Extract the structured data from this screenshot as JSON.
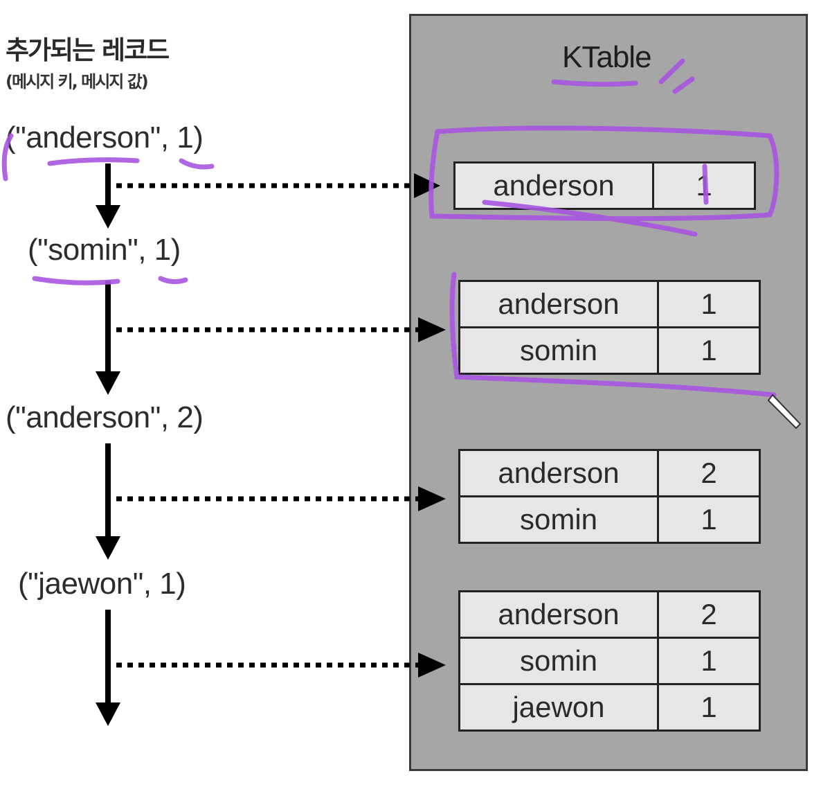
{
  "header": {
    "title": "추가되는 레코드",
    "subtitle": "(메시지 키, 메시지 값)"
  },
  "records": [
    "(\"anderson\", 1)",
    "(\"somin\", 1)",
    "(\"anderson\", 2)",
    "(\"jaewon\", 1)"
  ],
  "ktable": {
    "title": "KTable",
    "snapshots": [
      {
        "rows": [
          {
            "key": "anderson",
            "value": "1"
          }
        ]
      },
      {
        "rows": [
          {
            "key": "anderson",
            "value": "1"
          },
          {
            "key": "somin",
            "value": "1"
          }
        ]
      },
      {
        "rows": [
          {
            "key": "anderson",
            "value": "2"
          },
          {
            "key": "somin",
            "value": "1"
          }
        ]
      },
      {
        "rows": [
          {
            "key": "anderson",
            "value": "2"
          },
          {
            "key": "somin",
            "value": "1"
          },
          {
            "key": "jaewon",
            "value": "1"
          }
        ]
      }
    ]
  },
  "colors": {
    "panel": "#a6a6a6",
    "cell": "#e6e6e6",
    "highlight": "#a855e0",
    "arrow": "#000000"
  }
}
